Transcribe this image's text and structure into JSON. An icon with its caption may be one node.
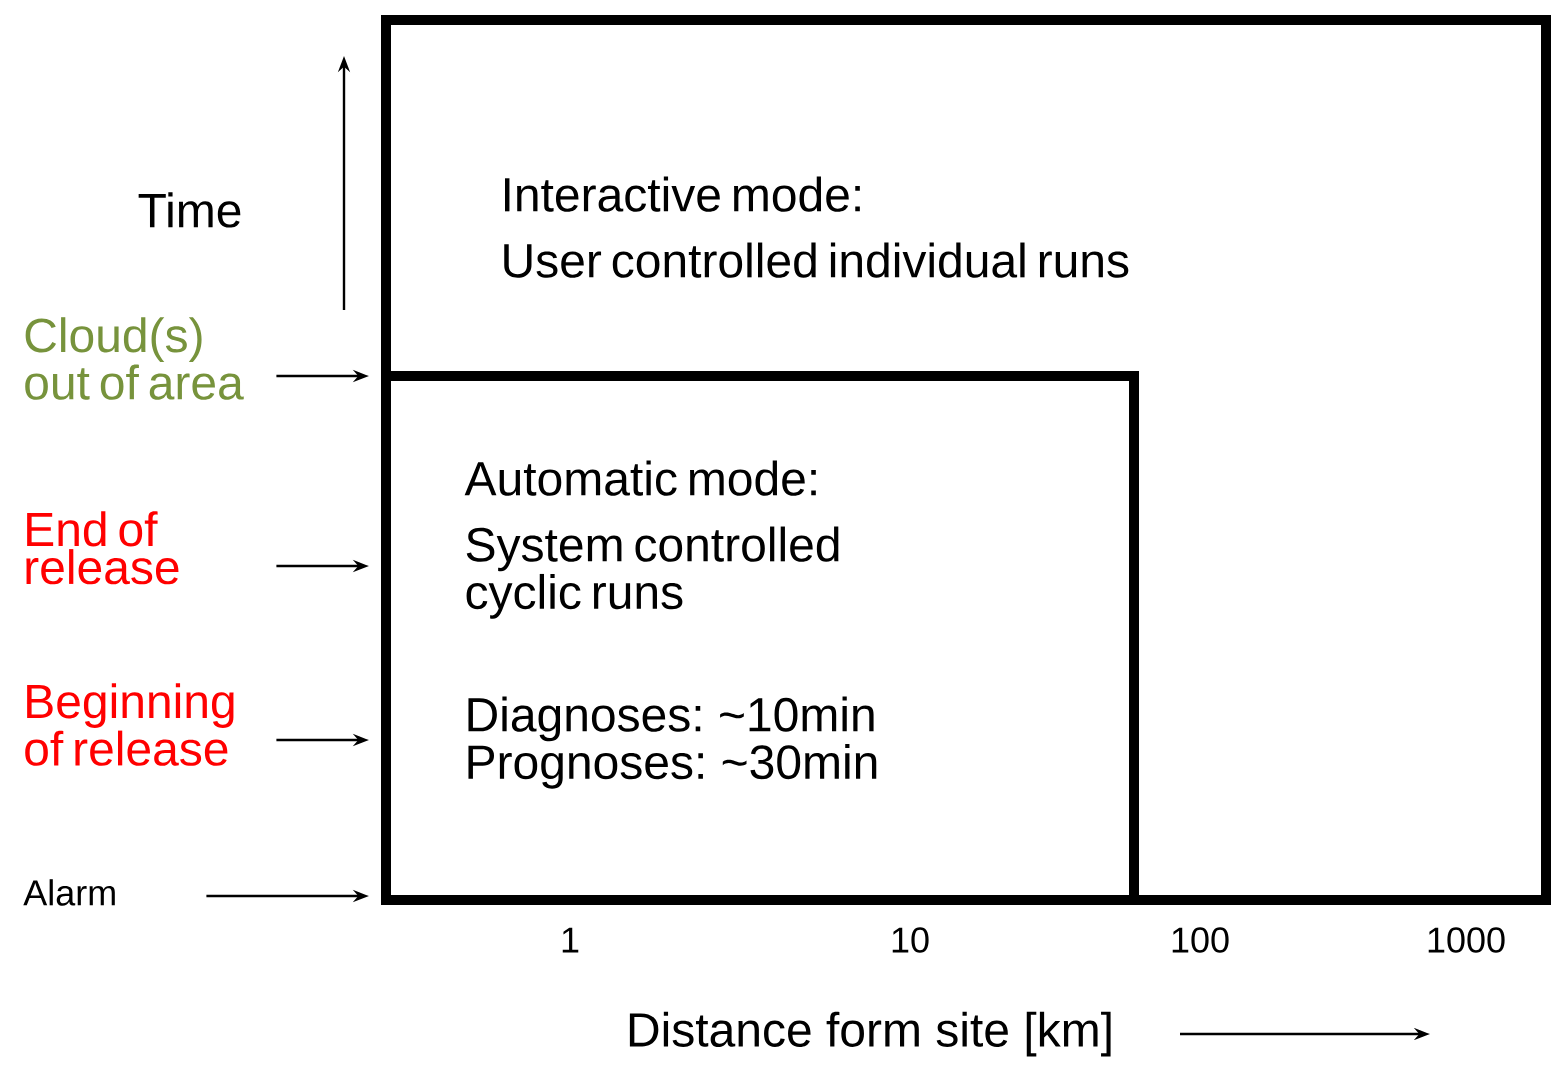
{
  "diagram": {
    "nodes": [
      {
        "text": [
          "Interactive mode:",
          "User controlled individual runs"
        ]
      },
      {
        "text": [
          "Automatic mode:",
          "System controlled cyclic runs",
          "Diagnoses: ~10min Prognoses: ~30min"
        ],
        "in": 0
      },
      {
        "text": [
          "Cloud(s) out of area"
        ]
      },
      {
        "text": [
          "End of release"
        ]
      },
      {
        "text": [
          "Beginning of release"
        ]
      },
      {
        "text": [
          "Alarm"
        ]
      }
    ],
    "edges": [
      {
        "from": 2,
        "to": 1,
        "arrow": "to"
      },
      {
        "from": 3,
        "to": 1,
        "arrow": "to"
      },
      {
        "from": 4,
        "to": 1,
        "arrow": "to"
      },
      {
        "from": 5,
        "to": 1,
        "arrow": "to"
      }
    ],
    "labels": [
      "Time",
      "1",
      "10",
      "100",
      "1000",
      "Distance form site [km]"
    ]
  }
}
